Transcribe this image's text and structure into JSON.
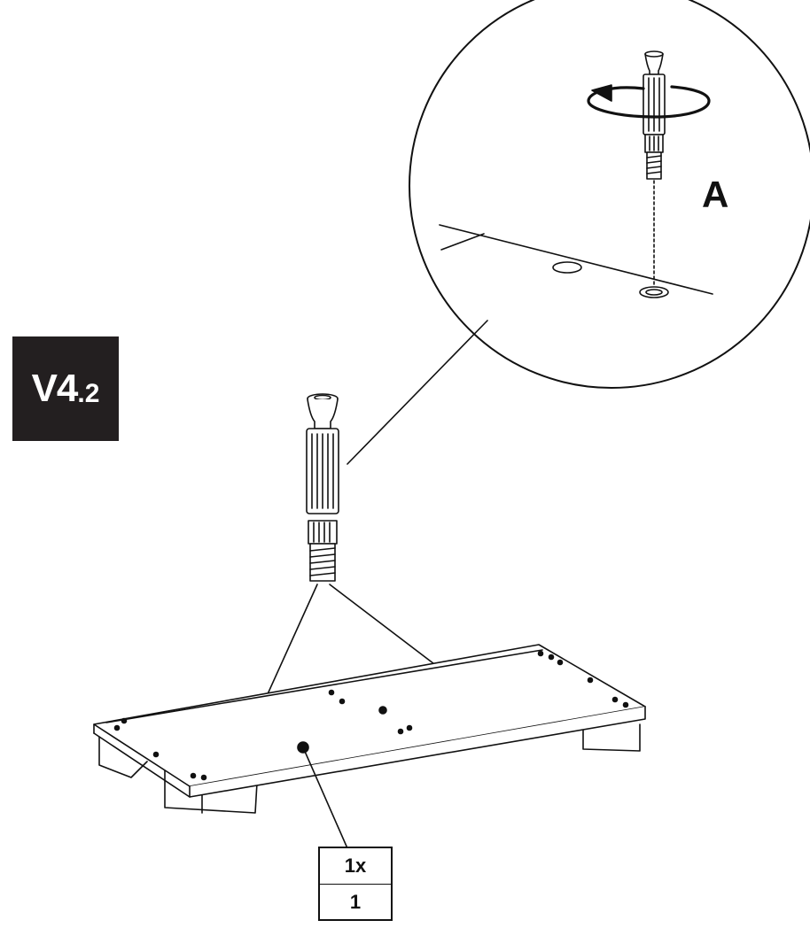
{
  "step": {
    "main": "V4",
    "sub": ".2"
  },
  "zoom": {
    "label": "A"
  },
  "quantity": {
    "count": "1x",
    "part_number": "1"
  },
  "icons": {
    "zoom_circle": "magnifier-detail-circle",
    "rotate": "rotate-arrow-icon",
    "connector": "cam-bolt-icon",
    "panel": "base-panel-illustration"
  },
  "colors": {
    "line": "#111111",
    "badge_bg": "#231f20",
    "badge_text": "#ffffff"
  }
}
